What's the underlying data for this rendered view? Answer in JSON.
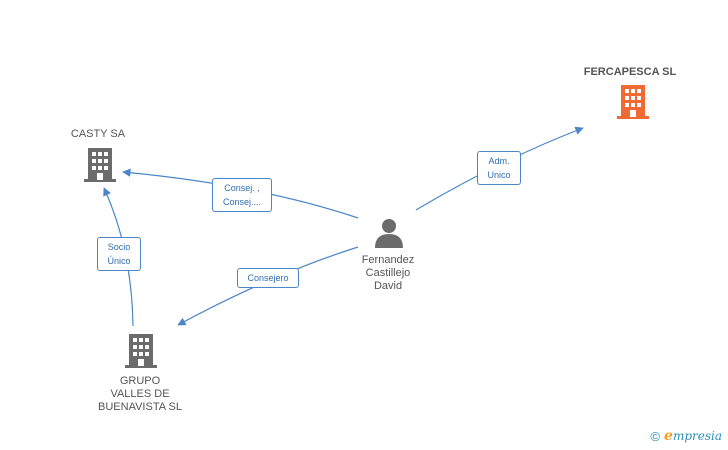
{
  "colors": {
    "edge": "#4a86c8",
    "building_gray": "#6b6b6b",
    "building_main": "#f26a33",
    "person": "#6b6b6b",
    "brand_blue": "#2a8fbd",
    "brand_orange": "#f39b1c"
  },
  "nodes": {
    "fercapesca": {
      "name": "FERCAPESCA SL",
      "icon": "building-icon"
    },
    "casty": {
      "name": "CASTY SA",
      "icon": "building-icon"
    },
    "grupo": {
      "name_lines": [
        "GRUPO",
        "VALLES DE",
        "BUENAVISTA SL"
      ],
      "icon": "building-icon"
    },
    "person": {
      "name_lines": [
        "Fernandez",
        "Castillejo",
        "David"
      ],
      "icon": "person-icon"
    }
  },
  "edges": {
    "person_fercapesca": {
      "label_lines": [
        "Adm.",
        "Unico"
      ]
    },
    "person_casty": {
      "label_lines": [
        "Consej. ,",
        "Consej...."
      ]
    },
    "person_grupo": {
      "label_lines": [
        "Consejero"
      ]
    },
    "grupo_casty": {
      "label_lines": [
        "Socio",
        "Único"
      ]
    }
  },
  "watermark": {
    "symbol": "©",
    "brand_initial": "e",
    "brand_rest": "mpresia"
  }
}
